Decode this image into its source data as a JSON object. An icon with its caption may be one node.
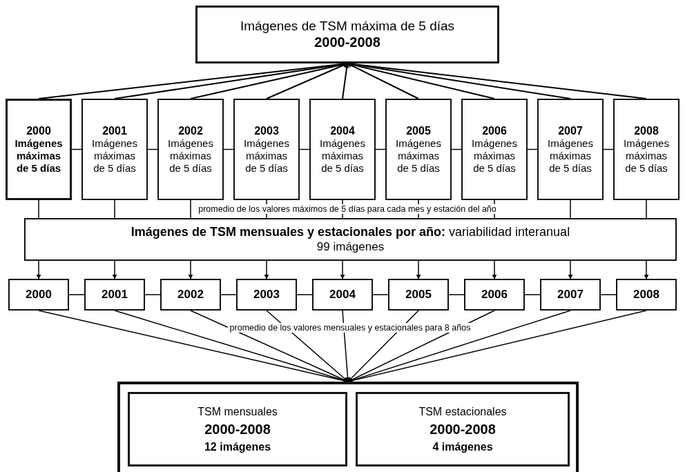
{
  "diagram": {
    "nodes": [
      {
        "text": [
          "Imágenes de TSM máxima de 5 días",
          "2000-2008"
        ]
      },
      {
        "text": [
          "2000",
          "Imágenes máximas de 5 días"
        ]
      },
      {
        "text": [
          "2001",
          "Imágenes máximas de 5 días"
        ]
      },
      {
        "text": [
          "2002",
          "Imágenes máximas de 5 días"
        ]
      },
      {
        "text": [
          "2003",
          "Imágenes máximas de 5 días"
        ]
      },
      {
        "text": [
          "2004",
          "Imágenes máximas de 5 días"
        ]
      },
      {
        "text": [
          "2005",
          "Imágenes máximas de 5 días"
        ]
      },
      {
        "text": [
          "2006",
          "Imágenes máximas de 5 días"
        ]
      },
      {
        "text": [
          "2007",
          "Imágenes máximas de 5 días"
        ]
      },
      {
        "text": [
          "2008",
          "Imágenes máximas de 5 días"
        ]
      },
      {
        "text": [
          "**Imágenes de TSM mensuales y estacionales por año:** variabilidad interanual",
          "99 imágenes"
        ]
      },
      {
        "text": [
          "2000"
        ]
      },
      {
        "text": [
          "2001"
        ]
      },
      {
        "text": [
          "2002"
        ]
      },
      {
        "text": [
          "2003"
        ]
      },
      {
        "text": [
          "2004"
        ]
      },
      {
        "text": [
          "2005"
        ]
      },
      {
        "text": [
          "2006"
        ]
      },
      {
        "text": [
          "2007"
        ]
      },
      {
        "text": [
          "2008"
        ]
      },
      {
        "text": [],
        "shape": "box"
      },
      {
        "text": [
          "TSM mensuales",
          "2000-2008",
          "12 imágenes"
        ],
        "in": 20
      },
      {
        "text": [
          "TSM estacionales",
          "2000-2008",
          "4 imágenes"
        ],
        "in": 20
      }
    ],
    "edges": [
      {
        "from": 1,
        "to": 0,
        "arrow": "to"
      },
      {
        "from": 2,
        "to": 0,
        "arrow": "to"
      },
      {
        "from": 3,
        "to": 0,
        "arrow": "to"
      },
      {
        "from": 4,
        "to": 0,
        "arrow": "to"
      },
      {
        "from": 5,
        "to": 0,
        "arrow": "to"
      },
      {
        "from": 6,
        "to": 0,
        "arrow": "to"
      },
      {
        "from": 7,
        "to": 0,
        "arrow": "to"
      },
      {
        "from": 8,
        "to": 0,
        "arrow": "to"
      },
      {
        "from": 9,
        "to": 0,
        "arrow": "to"
      },
      {
        "from": 1,
        "to": 2,
        "arrow": "none"
      },
      {
        "from": 2,
        "to": 3,
        "arrow": "none"
      },
      {
        "from": 3,
        "to": 4,
        "arrow": "none"
      },
      {
        "from": 4,
        "to": 5,
        "arrow": "none"
      },
      {
        "from": 5,
        "to": 6,
        "arrow": "none"
      },
      {
        "from": 6,
        "to": 7,
        "arrow": "none"
      },
      {
        "from": 7,
        "to": 8,
        "arrow": "none"
      },
      {
        "from": 8,
        "to": 9,
        "arrow": "none"
      },
      {
        "from": 1,
        "to": 10,
        "arrow": "none"
      },
      {
        "from": 2,
        "to": 10,
        "arrow": "none"
      },
      {
        "from": 3,
        "to": 10,
        "arrow": "none"
      },
      {
        "from": 4,
        "to": 10,
        "arrow": "none"
      },
      {
        "from": 5,
        "to": 10,
        "arrow": "none"
      },
      {
        "from": 6,
        "to": 10,
        "arrow": "none"
      },
      {
        "from": 7,
        "to": 10,
        "arrow": "none"
      },
      {
        "from": 8,
        "to": 10,
        "arrow": "none"
      },
      {
        "from": 9,
        "to": 10,
        "arrow": "none"
      },
      {
        "from": 10,
        "to": 11,
        "arrow": "to"
      },
      {
        "from": 10,
        "to": 12,
        "arrow": "to"
      },
      {
        "from": 10,
        "to": 13,
        "arrow": "to"
      },
      {
        "from": 10,
        "to": 14,
        "arrow": "to"
      },
      {
        "from": 10,
        "to": 15,
        "arrow": "to"
      },
      {
        "from": 10,
        "to": 16,
        "arrow": "to"
      },
      {
        "from": 10,
        "to": 17,
        "arrow": "to"
      },
      {
        "from": 10,
        "to": 18,
        "arrow": "to"
      },
      {
        "from": 10,
        "to": 19,
        "arrow": "to"
      },
      {
        "from": 11,
        "to": 12,
        "arrow": "none"
      },
      {
        "from": 12,
        "to": 13,
        "arrow": "none"
      },
      {
        "from": 13,
        "to": 14,
        "arrow": "none"
      },
      {
        "from": 14,
        "to": 15,
        "arrow": "none"
      },
      {
        "from": 15,
        "to": 16,
        "arrow": "none"
      },
      {
        "from": 16,
        "to": 17,
        "arrow": "none"
      },
      {
        "from": 17,
        "to": 18,
        "arrow": "none"
      },
      {
        "from": 18,
        "to": 19,
        "arrow": "none"
      },
      {
        "from": 11,
        "to": 20,
        "arrow": "to"
      },
      {
        "from": 12,
        "to": 20,
        "arrow": "to"
      },
      {
        "from": 13,
        "to": 20,
        "arrow": "to"
      },
      {
        "from": 14,
        "to": 20,
        "arrow": "to"
      },
      {
        "from": 15,
        "to": 20,
        "arrow": "to"
      },
      {
        "from": 16,
        "to": 20,
        "arrow": "to"
      },
      {
        "from": 17,
        "to": 20,
        "arrow": "to"
      },
      {
        "from": 18,
        "to": 20,
        "arrow": "to"
      },
      {
        "from": 19,
        "to": 20,
        "arrow": "to"
      }
    ],
    "labels": [
      "promedio de los valores máximos de 5 días para cada mes y estación del año",
      "promedio de los valores mensuales y estacionales para 8 años"
    ]
  }
}
